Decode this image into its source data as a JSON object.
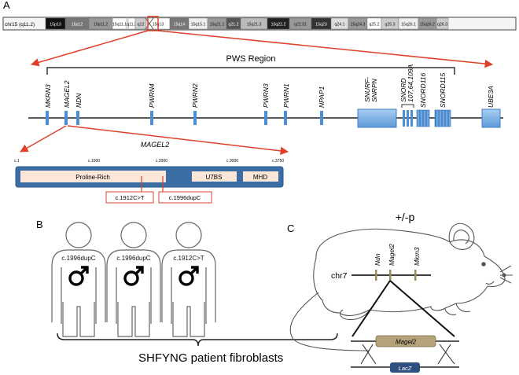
{
  "panels": {
    "a": "A",
    "b": "B",
    "c": "C"
  },
  "chromosome": {
    "label": "chr15 (q11.2)",
    "bands": [
      "15p13",
      "15p12",
      "15p11.2",
      "15q11.1",
      "q11.2",
      "q12",
      "15q13",
      "15q14",
      "15q15.1",
      "15q21.1",
      "q21.2",
      "15q21.3",
      "15q22.2",
      "q22.31",
      "15q23",
      "q24.1",
      "15q24.3",
      "q25.2",
      "q25.3",
      "15q26.1",
      "15q26.2",
      "q26.3"
    ]
  },
  "pws_region": {
    "label": "PWS Region"
  },
  "genes": [
    "MKRN3",
    "MAGEL2",
    "NDN",
    "PWRN4",
    "PWRN2",
    "PWRN3",
    "PWRN1",
    "NPAP1",
    "SNURF-SNRPN",
    "SNORD 107,64,109A",
    "SNORD116",
    "SNORD115",
    "UBE3A"
  ],
  "magel2": {
    "title": "MAGEL2",
    "scale": [
      "c.1",
      "c.1000",
      "c.2000",
      "c.3000",
      "c.3750"
    ],
    "domains": [
      "Proline-Rich",
      "U7BS",
      "MHD"
    ],
    "mutations": [
      "c.1912C>T",
      "c.1996dupC"
    ]
  },
  "patients": {
    "variants": [
      "c.1996dupC",
      "c.1996dupC",
      "c.1912C>T"
    ],
    "caption": "SHFYNG patient fibroblasts"
  },
  "mouse": {
    "genotype": "+/-p",
    "chromosome": "chr7",
    "genes": [
      "Ndn",
      "Magel2",
      "Mkrn3"
    ],
    "construct_gene": "Magel2",
    "construct_replacement": "LacZ"
  }
}
